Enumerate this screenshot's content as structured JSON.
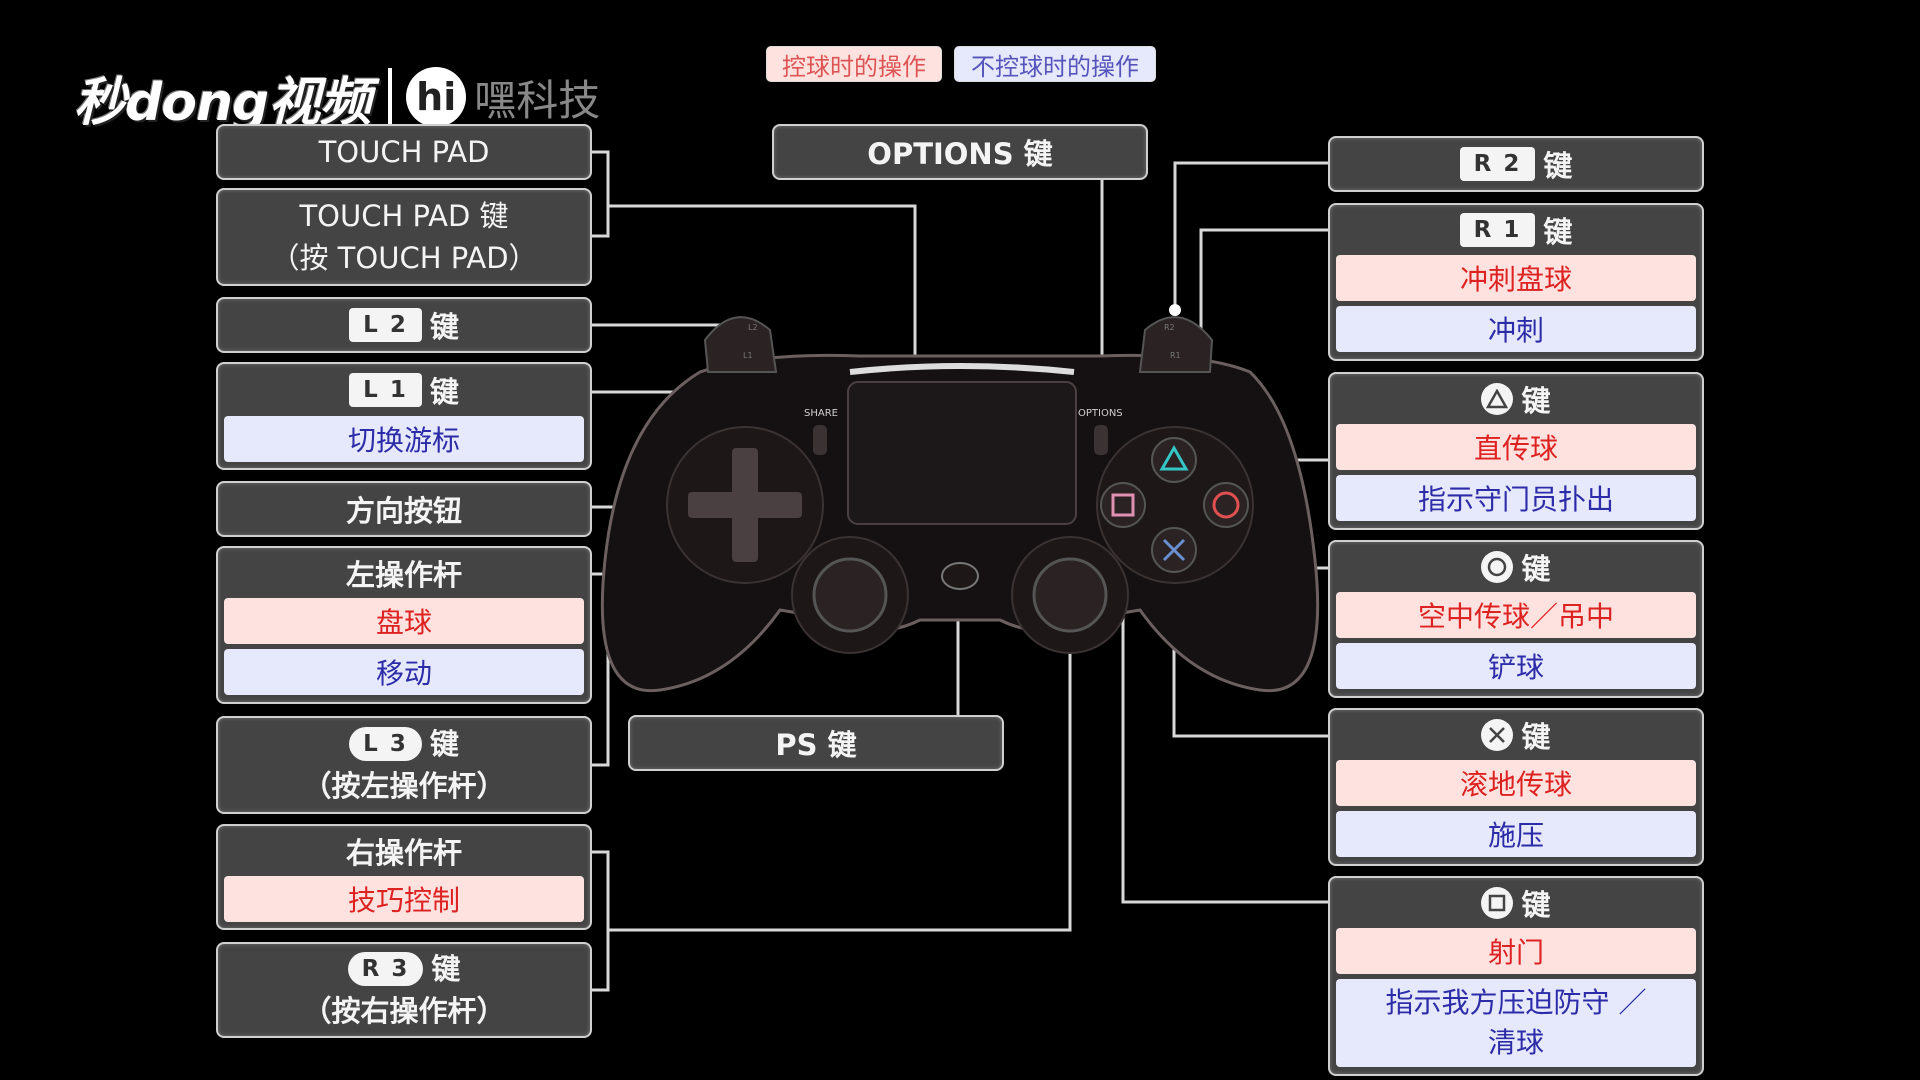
{
  "logo": {
    "brand": "秒dong视频",
    "hi": "hi",
    "partner": "嘿科技"
  },
  "legend": {
    "control": "控球时的操作",
    "no_control": "不控球时的操作",
    "control_color": "#fde2e0",
    "control_text": "#dd5555",
    "no_control_color": "#e6e8fb",
    "no_control_text": "#5555bb"
  },
  "left": {
    "touchpad": "TOUCH PAD",
    "touchpad_key_line1": "TOUCH PAD 键",
    "touchpad_key_line2": "（按 TOUCH PAD）",
    "l2_cap": "L 2",
    "l2_suffix": "键",
    "l1_cap": "L 1",
    "l1_suffix": "键",
    "l1_blue": "切换游标",
    "dpad": "方向按钮",
    "lstick": "左操作杆",
    "lstick_red": "盘球",
    "lstick_blue": "移动",
    "l3_cap": "L 3",
    "l3_suffix": "键",
    "l3_line2": "（按左操作杆）",
    "rstick": "右操作杆",
    "rstick_red": "技巧控制",
    "r3_cap": "R 3",
    "r3_suffix": "键",
    "r3_line2": "（按右操作杆）"
  },
  "center": {
    "options": "OPTIONS 键",
    "ps": "PS 键"
  },
  "controller": {
    "share_label": "SHARE",
    "options_label": "OPTIONS",
    "l2_tag": "L2",
    "l1_tag": "L1",
    "r2_tag": "R2",
    "r1_tag": "R1"
  },
  "right": {
    "r2_cap": "R 2",
    "r2_suffix": "键",
    "r1_cap": "R 1",
    "r1_suffix": "键",
    "r1_red": "冲刺盘球",
    "r1_blue": "冲刺",
    "triangle_suffix": "键",
    "triangle_red": "直传球",
    "triangle_blue": "指示守门员扑出",
    "circle_suffix": "键",
    "circle_red": "空中传球／吊中",
    "circle_blue": "铲球",
    "cross_suffix": "键",
    "cross_red": "滚地传球",
    "cross_blue": "施压",
    "square_suffix": "键",
    "square_red": "射门",
    "square_blue_line1": "指示我方压迫防守 ／",
    "square_blue_line2": "清球"
  },
  "colors": {
    "box_bg": "#444444",
    "line": "#d8d8d8",
    "triangle": "#35c6c6",
    "circle": "#e05050",
    "cross": "#6a8fd0",
    "square": "#e090b0"
  }
}
